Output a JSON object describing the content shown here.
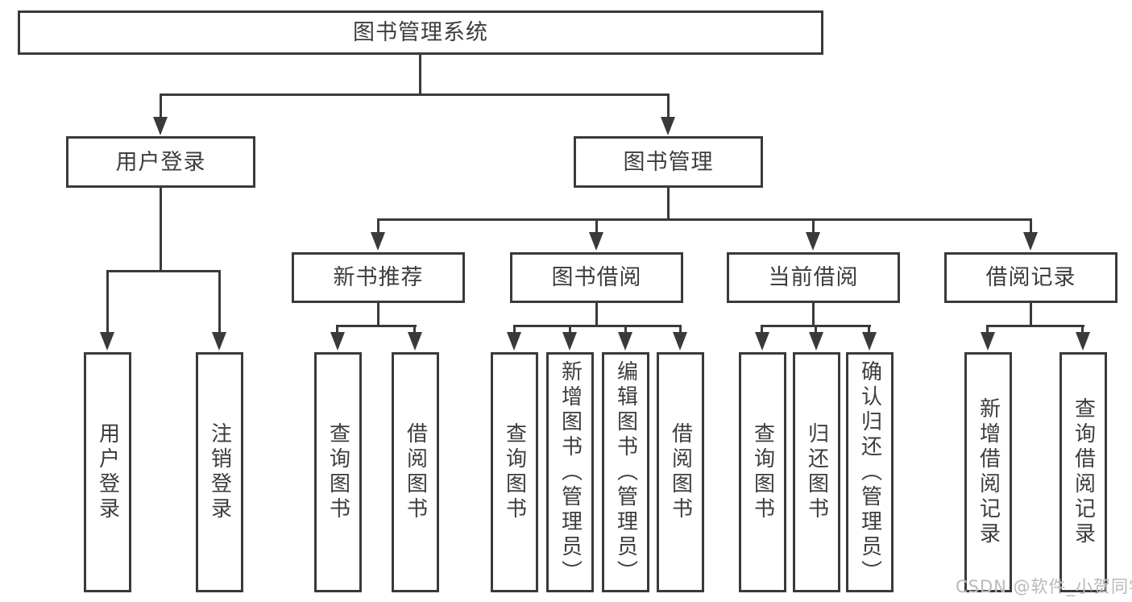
{
  "diagram": {
    "title": "图书管理系统",
    "root": {
      "label": "图书管理系统"
    },
    "level2": [
      {
        "label": "用户登录",
        "children": [
          {
            "label": "用户登录"
          },
          {
            "label": "注销登录"
          }
        ]
      },
      {
        "label": "图书管理",
        "children": [
          {
            "label": "新书推荐",
            "children": [
              {
                "label": "查询图书"
              },
              {
                "label": "借阅图书"
              }
            ]
          },
          {
            "label": "图书借阅",
            "children": [
              {
                "label": "查询图书"
              },
              {
                "label": "新增图书（管理员）"
              },
              {
                "label": "编辑图书（管理员）"
              },
              {
                "label": "借阅图书"
              }
            ]
          },
          {
            "label": "当前借阅",
            "children": [
              {
                "label": "查询图书"
              },
              {
                "label": "归还图书"
              },
              {
                "label": "确认归还（管理员）"
              }
            ]
          },
          {
            "label": "借阅记录",
            "children": [
              {
                "label": "新增借阅记录"
              },
              {
                "label": "查询借阅记录"
              }
            ]
          }
        ]
      }
    ]
  },
  "watermark": {
    "text": "CSDN @软件_小贺同学"
  },
  "colors": {
    "line": "#3a3a3a",
    "text": "#3d3d3d",
    "watermark": "#b9b9b9",
    "bg": "#ffffff"
  }
}
